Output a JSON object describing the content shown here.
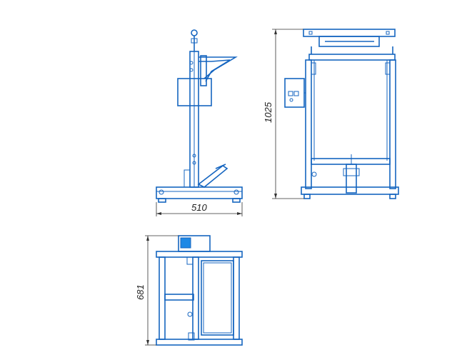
{
  "dimensions": {
    "side_width": "510",
    "front_height": "1025",
    "top_depth": "681"
  },
  "colors": {
    "line": "#1565c0",
    "dimension": "#333333",
    "background": "#ffffff",
    "panel_fill": "#1e88e5"
  }
}
